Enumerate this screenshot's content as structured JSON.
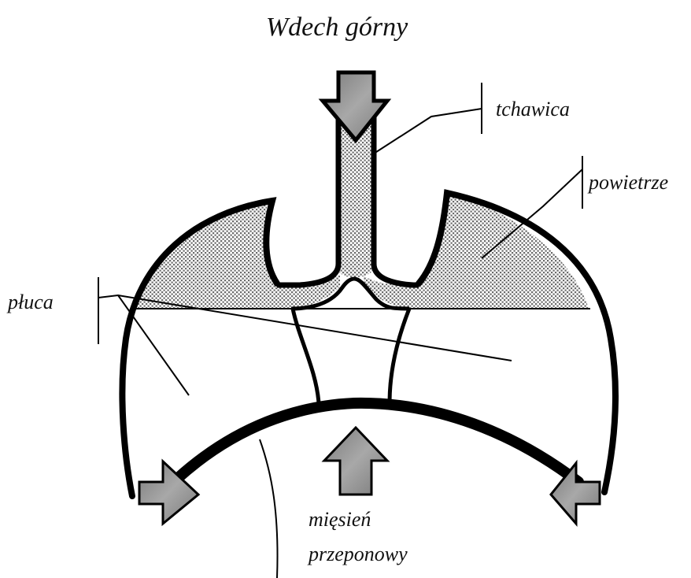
{
  "title": "Wdech górny",
  "labels": {
    "trachea": "tchawica",
    "air": "powietrze",
    "lungs": "płuca",
    "diaphragm_line1": "mięsień",
    "diaphragm_line2": "przeponowy"
  },
  "colors": {
    "outline": "#000000",
    "air_fill": "#cfcfcf",
    "arrow_fill": "#8c8c8c",
    "background": "#ffffff"
  }
}
